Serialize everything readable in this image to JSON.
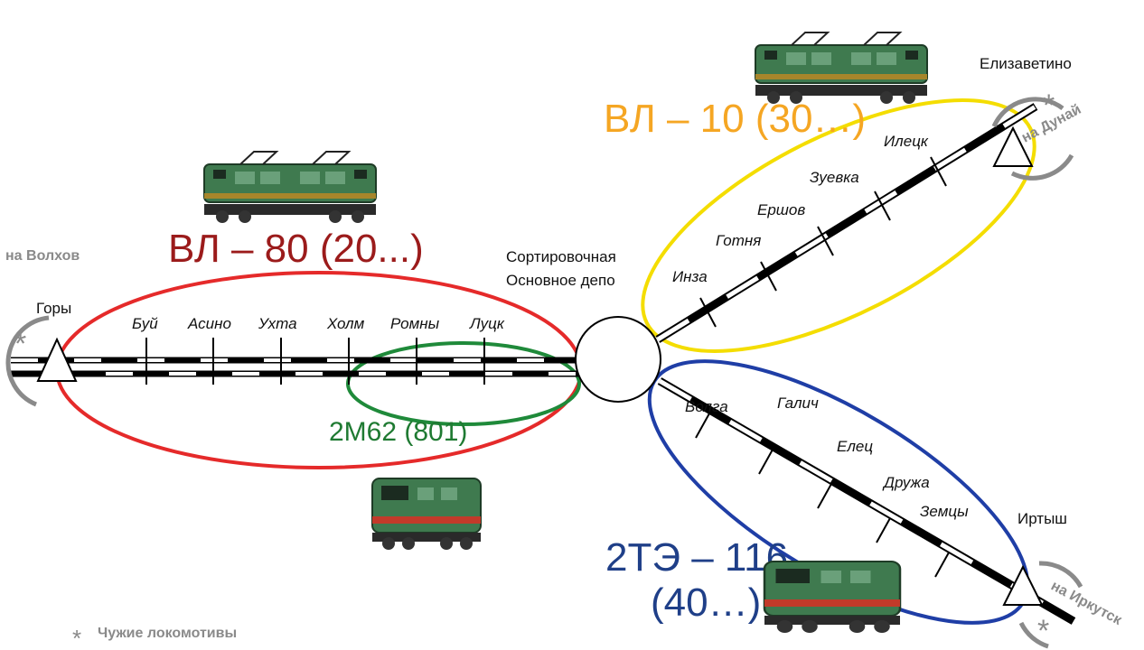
{
  "colors": {
    "vl80": "#e52a2a",
    "vl80_text": "#9b1b1b",
    "m62": "#1f8a3a",
    "m62_text": "#1f7a32",
    "vl10": "#f4dd00",
    "vl10_text": "#f5a623",
    "te116": "#1f3ea6",
    "te116_text": "#1f3f88",
    "gray": "#8a8a8a",
    "track": "#000000"
  },
  "labels": {
    "vl80": "ВЛ – 80 (20...)",
    "m62": "2М62 (801)",
    "vl10": "ВЛ – 10 (30…)",
    "te116_line1": "2ТЭ – 116",
    "te116_line2": "(40…)"
  },
  "hub": {
    "name_line1": "Сортировочная",
    "name_line2": "Основное депо"
  },
  "endpoints": {
    "gory": "Горы",
    "elizavetino": "Елизаветино",
    "irtysh": "Иртыш"
  },
  "foreign_directions": {
    "volkhov": "на Волхов",
    "dunay": "на Дунай",
    "irkutsk": "на Иркутск"
  },
  "stations": {
    "west": [
      "Буй",
      "Асино",
      "Ухта",
      "Холм",
      "Ромны",
      "Луцк"
    ],
    "northeast": [
      "Инза",
      "Готня",
      "Ершов",
      "Зуевка",
      "Илецк"
    ],
    "southeast": [
      "Волга",
      "Галич",
      "Елец",
      "Дружа",
      "Земцы"
    ]
  },
  "legend": {
    "symbol": "*",
    "text": "Чужие локомотивы"
  },
  "icons": {
    "loco_vl10": "electric-locomotive-icon",
    "loco_vl80": "electric-locomotive-icon",
    "loco_m62": "diesel-locomotive-icon",
    "loco_te116": "diesel-locomotive-icon"
  }
}
